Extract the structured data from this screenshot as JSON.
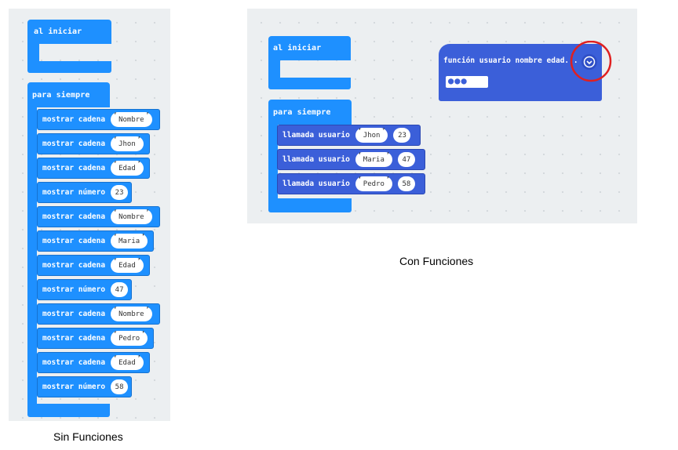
{
  "left_panel": {
    "on_start_label": "al iniciar",
    "forever_label": "para siempre",
    "statements": [
      {
        "label": "mostrar cadena",
        "value": "Nombre",
        "kind": "string"
      },
      {
        "label": "mostrar cadena",
        "value": "Jhon",
        "kind": "string"
      },
      {
        "label": "mostrar cadena",
        "value": "Edad",
        "kind": "string"
      },
      {
        "label": "mostrar número",
        "value": "23",
        "kind": "number"
      },
      {
        "label": "mostrar cadena",
        "value": "Nombre",
        "kind": "string"
      },
      {
        "label": "mostrar cadena",
        "value": "Maria",
        "kind": "string"
      },
      {
        "label": "mostrar cadena",
        "value": "Edad",
        "kind": "string"
      },
      {
        "label": "mostrar número",
        "value": "47",
        "kind": "number"
      },
      {
        "label": "mostrar cadena",
        "value": "Nombre",
        "kind": "string"
      },
      {
        "label": "mostrar cadena",
        "value": "Pedro",
        "kind": "string"
      },
      {
        "label": "mostrar cadena",
        "value": "Edad",
        "kind": "string"
      },
      {
        "label": "mostrar número",
        "value": "58",
        "kind": "number"
      }
    ],
    "caption": "Sin Funciones"
  },
  "right_panel": {
    "on_start_label": "al iniciar",
    "forever_label": "para siempre",
    "calls": [
      {
        "label": "llamada usuario",
        "name": "Jhon",
        "age": "23"
      },
      {
        "label": "llamada usuario",
        "name": "Maria",
        "age": "47"
      },
      {
        "label": "llamada usuario",
        "name": "Pedro",
        "age": "58"
      }
    ],
    "function_label": "función usuario nombre edad...",
    "function_dots": "●●●",
    "caption": "Con Funciones"
  },
  "colors": {
    "block_blue": "#1e90ff",
    "function_blue": "#3b5fd9",
    "highlight_circle": "#e02020",
    "workspace": "#eceff1"
  },
  "icons": {
    "expand": "chevron-down-circle-icon"
  }
}
